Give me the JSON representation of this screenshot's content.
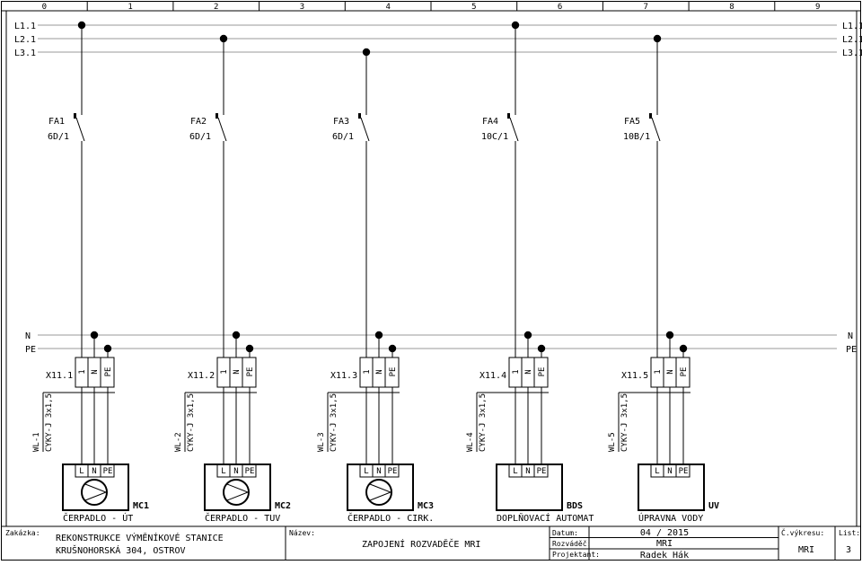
{
  "grid_cols": [
    "0",
    "1",
    "2",
    "3",
    "4",
    "5",
    "6",
    "7",
    "8",
    "9"
  ],
  "bus_top": [
    "L1.1",
    "L2.1",
    "L3.1"
  ],
  "bus_bottom": [
    "N",
    "PE"
  ],
  "circuits": [
    {
      "fa": "FA1",
      "rating": "6D/1",
      "terminal": "X11.1",
      "cable_id": "WL-1",
      "cable_type": "CYKY-J 3x1,5",
      "device": "MC1",
      "desc": "ČERPADLO - ÚT",
      "pump": true
    },
    {
      "fa": "FA2",
      "rating": "6D/1",
      "terminal": "X11.2",
      "cable_id": "WL-2",
      "cable_type": "CYKY-J 3x1,5",
      "device": "MC2",
      "desc": "ČERPADLO - TUV",
      "pump": true
    },
    {
      "fa": "FA3",
      "rating": "6D/1",
      "terminal": "X11.3",
      "cable_id": "WL-3",
      "cable_type": "CYKY-J 3x1,5",
      "device": "MC3",
      "desc": "ČERPADLO - CIRK.",
      "pump": true
    },
    {
      "fa": "FA4",
      "rating": "10C/1",
      "terminal": "X11.4",
      "cable_id": "WL-4",
      "cable_type": "CYKY-J 3x1,5",
      "device": "BDS",
      "desc": "DOPLŇOVACÍ AUTOMAT",
      "pump": false
    },
    {
      "fa": "FA5",
      "rating": "10B/1",
      "terminal": "X11.5",
      "cable_id": "WL-5",
      "cable_type": "CYKY-J 3x1,5",
      "device": "UV",
      "desc": "ÚPRAVNA VODY",
      "pump": false
    }
  ],
  "pins": [
    "L",
    "N",
    "PE"
  ],
  "titleblock": {
    "zakazka_label": "Zakázka:",
    "zakazka_line1": "REKONSTRUKCE VÝMĚNÍKOVÉ STANICE",
    "zakazka_line2": "KRUŠNOHORSKÁ 304, OSTROV",
    "nazev_label": "Název:",
    "nazev_value": "ZAPOJENÍ ROZVADĚČE MRI",
    "datum_label": "Datum:",
    "datum_value": "04 / 2015",
    "rozvadec_label": "Rozváděč:",
    "rozvadec_value": "MRI",
    "projektant_label": "Projektant:",
    "projektant_value": "Radek Hák",
    "cvykresu_label": "Č.výkresu:",
    "cvykresu_value": "MRI",
    "list_label": "List:",
    "list_value": "3"
  }
}
